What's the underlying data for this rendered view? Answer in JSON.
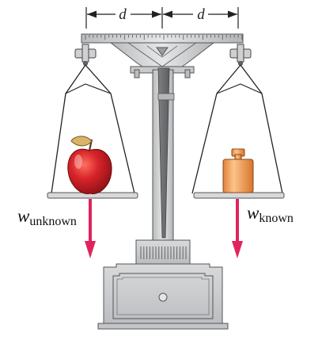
{
  "figure": {
    "distance_label_left": "d",
    "distance_label_right": "d",
    "left_weight": {
      "symbol": "w",
      "subscript": "unknown"
    },
    "right_weight": {
      "symbol": "w",
      "subscript": "known"
    }
  },
  "colors": {
    "metal": "#cfd0d2",
    "metal_dark": "#8a8c90",
    "outline": "#3a3a3a",
    "arrow": "#e0245e",
    "apple": "#d8242a",
    "weight_orange": "#f0a24e"
  },
  "icons": [
    "apple-icon",
    "calibration-weight-icon",
    "weight-arrow-icon"
  ]
}
